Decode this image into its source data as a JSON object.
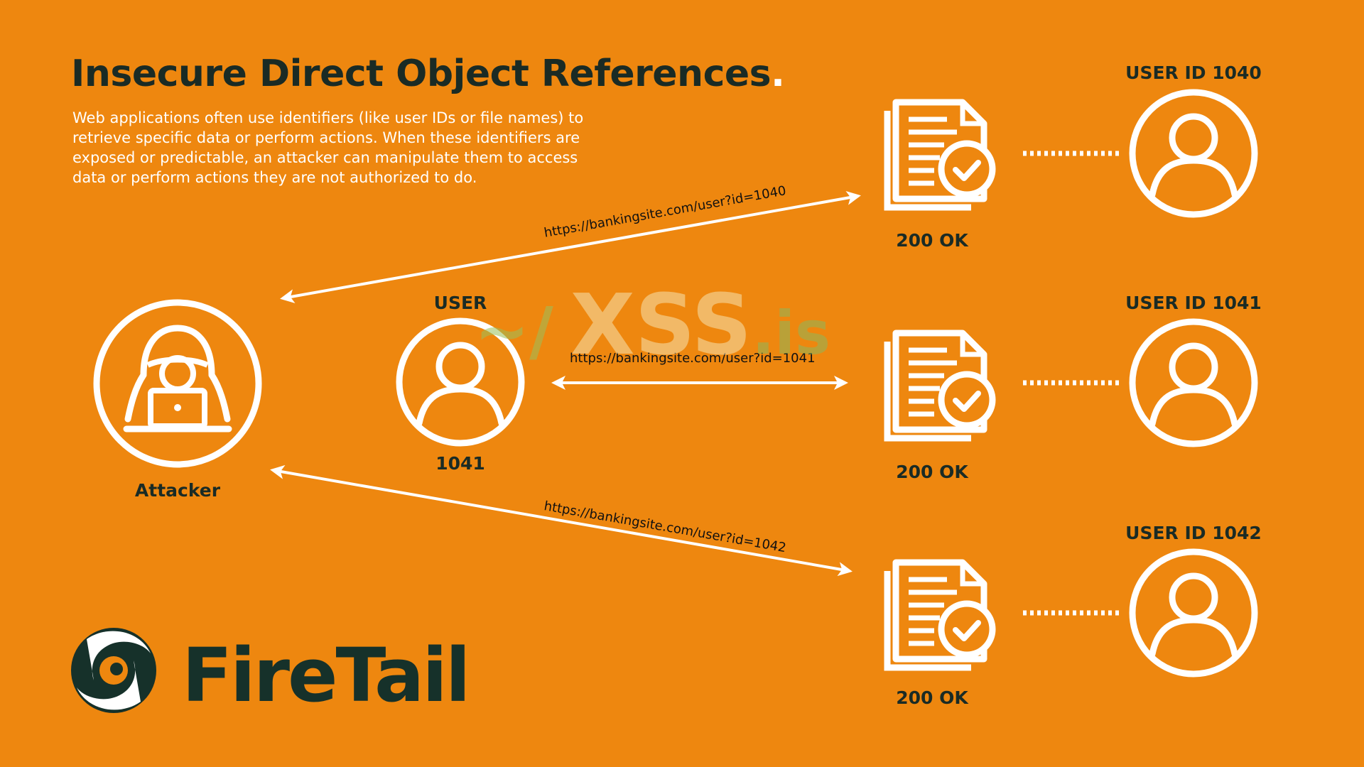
{
  "title": "Insecure Direct Object References",
  "title_dot": ".",
  "description": "Web applications often use identifiers (like user IDs or file names) to retrieve specific data or perform actions. When these identifiers are exposed or predictable, an attacker can manipulate them to access data or perform actions they are not authorized to do.",
  "attacker": {
    "label": "Attacker"
  },
  "user": {
    "heading": "USER",
    "id_label": "1041"
  },
  "urls": {
    "top": "https://bankingsite.com/user?id=1040",
    "middle": "https://bankingsite.com/user?id=1041",
    "bottom": "https://bankingsite.com/user?id=1042"
  },
  "resources": [
    {
      "status": "200 OK",
      "user_label": "USER ID 1040"
    },
    {
      "status": "200 OK",
      "user_label": "USER ID 1041"
    },
    {
      "status": "200 OK",
      "user_label": "USER ID 1042"
    }
  ],
  "watermark": {
    "prefix": "~/",
    "main": "XSS",
    "suffix": ".is"
  },
  "brand": {
    "name": "FireTail"
  },
  "colors": {
    "background": "#EE870F",
    "dark_text": "#1A2B25",
    "white": "#FFFFFF",
    "brand_dark": "#16312A"
  },
  "icons": {
    "attacker": "hooded-hacker-icon",
    "user": "user-avatar-icon",
    "document": "document-check-icon",
    "logo": "firetail-swirl-icon"
  }
}
